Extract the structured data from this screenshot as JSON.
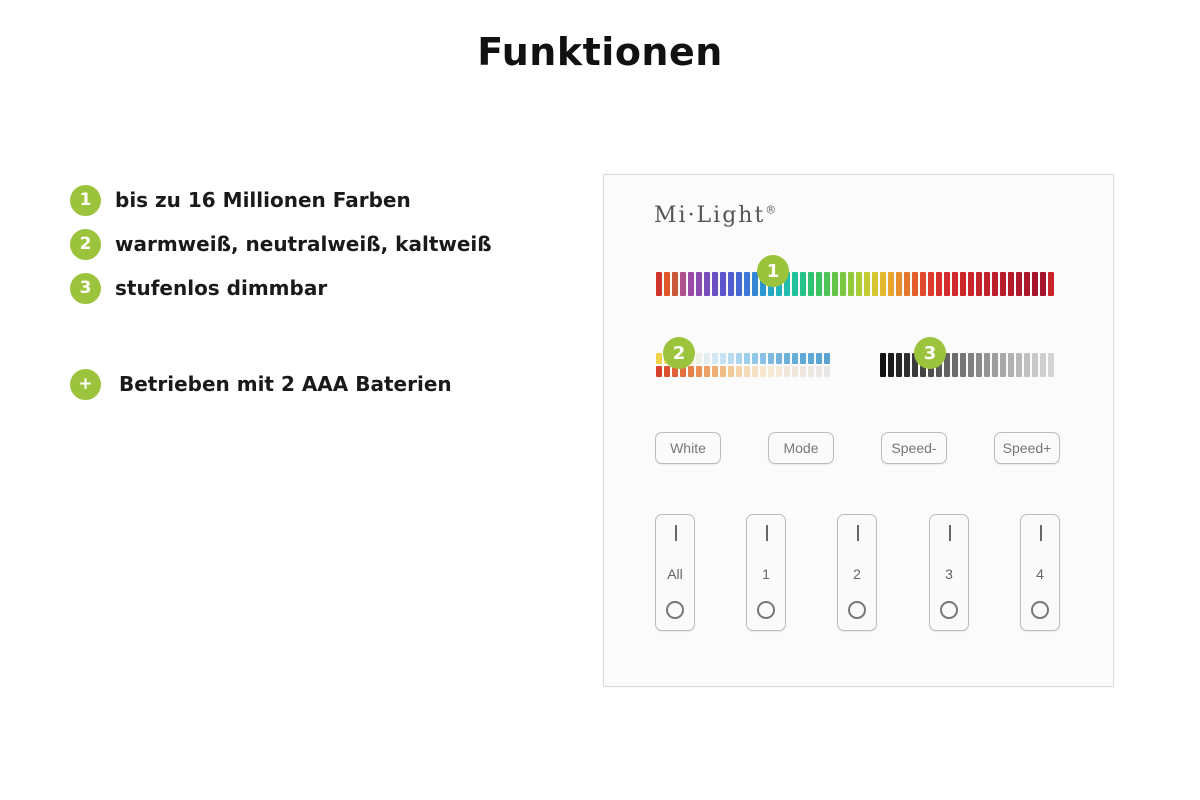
{
  "title": "Funktionen",
  "features": [
    {
      "badge": "1",
      "text": "bis zu 16 Millionen Farben"
    },
    {
      "badge": "2",
      "text": "warmweiß, neutralweiß, kaltweiß"
    },
    {
      "badge": "3",
      "text": "stufenlos dimmbar"
    }
  ],
  "extra": {
    "badge": "+",
    "text": "Betrieben mit 2 AAA Baterien"
  },
  "panel": {
    "brand": "Mi·Light",
    "registered": "®",
    "markers": [
      "1",
      "2",
      "3"
    ],
    "function_buttons": [
      "White",
      "Mode",
      "Speed-",
      "Speed+"
    ],
    "zones": [
      "All",
      "1",
      "2",
      "3",
      "4"
    ],
    "colors": {
      "accent": "#9bc43c",
      "rgb_strip": [
        "#d0342c",
        "#e0572c",
        "#c85a3a",
        "#b0508c",
        "#9a4ba8",
        "#8a4cb0",
        "#7a4cbc",
        "#6a4ec4",
        "#5c54cc",
        "#505ed2",
        "#4468d4",
        "#3c76d6",
        "#3486d6",
        "#2c96d2",
        "#28a6c8",
        "#24b2bc",
        "#22bcae",
        "#22c29c",
        "#26c488",
        "#2ec474",
        "#3cc462",
        "#4ec454",
        "#64c648",
        "#7ac840",
        "#92ca3a",
        "#aacc36",
        "#c2cc32",
        "#d6c630",
        "#e4b82e",
        "#e8a42c",
        "#e88e2c",
        "#e6762c",
        "#e45e2c",
        "#e04a2c",
        "#dc3a2c",
        "#d8302c",
        "#d42c2c",
        "#d02a2c",
        "#cc282c",
        "#c8262c",
        "#c4242c",
        "#c0222c",
        "#bc202c",
        "#b81e2c",
        "#b41c2c",
        "#b01a2c",
        "#ac182c",
        "#a8162c",
        "#a4142c",
        "#c8242c"
      ],
      "cct_top": [
        "#f2d248",
        "#f4dc70",
        "#f6e494",
        "#f8ecb4",
        "#f6f0d0",
        "#eef2e4",
        "#e2eef0",
        "#d4e8f2",
        "#c6e2f2",
        "#b8dcf0",
        "#aad4ee",
        "#9ccdea",
        "#90c6e6",
        "#86c0e2",
        "#7cbadf",
        "#74b4dc",
        "#6cb0da",
        "#66acd8",
        "#62a8d6",
        "#5ea6d4",
        "#5ca4d2",
        "#5aa2d0"
      ],
      "cct_bottom": [
        "#d8402c",
        "#dc5030",
        "#e06038",
        "#e47040",
        "#e8804a",
        "#ea9056",
        "#eca064",
        "#eeae74",
        "#f0bc86",
        "#f2c898",
        "#f4d2aa",
        "#f5dab8",
        "#f6e0c4",
        "#f7e6cc",
        "#f6e8d2",
        "#f4e8d6",
        "#f2e8da",
        "#f0e8dc",
        "#eee6de",
        "#ece6e0",
        "#eae6e2",
        "#e8e6e4"
      ],
      "dim": [
        "#111111",
        "#1c1c1c",
        "#262626",
        "#303030",
        "#3a3a3a",
        "#444444",
        "#4e4e4e",
        "#585858",
        "#626262",
        "#6c6c6c",
        "#767676",
        "#808080",
        "#8a8a8a",
        "#949494",
        "#9e9e9e",
        "#a8a8a8",
        "#b0b0b0",
        "#b8b8b8",
        "#c0c0c0",
        "#c8c8c8",
        "#cecece",
        "#d4d4d4"
      ]
    }
  }
}
